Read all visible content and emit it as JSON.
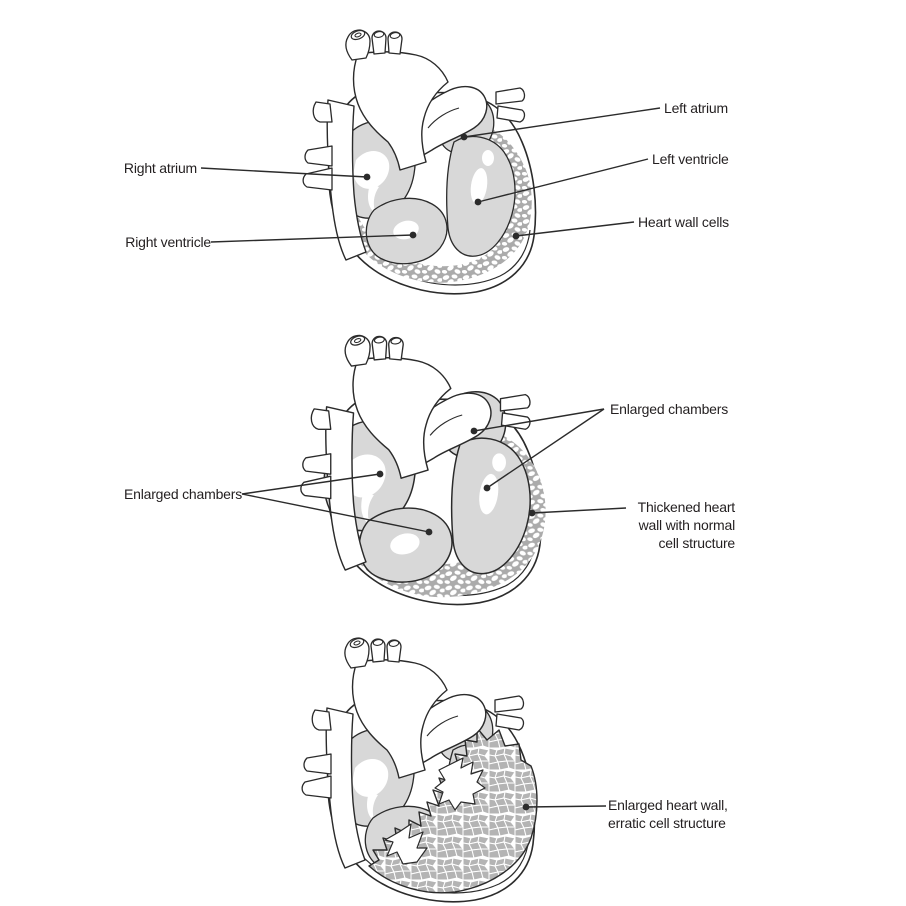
{
  "figure_title": "Heart cardiomyopathy comparison diagram",
  "colors": {
    "outline": "#2b2b2b",
    "chamber_fill": "#d8d8d8",
    "wall_texture_bg": "#ababab",
    "erratic_cell_fill": "#b4b4b4",
    "background": "#ffffff",
    "label_text": "#231f20"
  },
  "hearts": [
    {
      "id": "normal-heart",
      "description": "Normal heart with labeled chambers and wall cells"
    },
    {
      "id": "dilated-heart",
      "description": "Heart with enlarged chambers and thickened wall, normal cell structure"
    },
    {
      "id": "hypertrophic-heart",
      "description": "Heart with enlarged wall and erratic cell structure"
    }
  ],
  "labels": {
    "right_atrium": "Right atrium",
    "right_ventricle": "Right ventricle",
    "left_atrium": "Left atrium",
    "left_ventricle": "Left ventricle",
    "heart_wall_cells": "Heart wall cells",
    "enlarged_chambers_left": "Enlarged chambers",
    "enlarged_chambers_right": "Enlarged chambers",
    "thickened_wall": "Thickened heart\nwall with normal\ncell structure",
    "enlarged_heart_wall": "Enlarged heart wall,\nerratic cell structure"
  }
}
